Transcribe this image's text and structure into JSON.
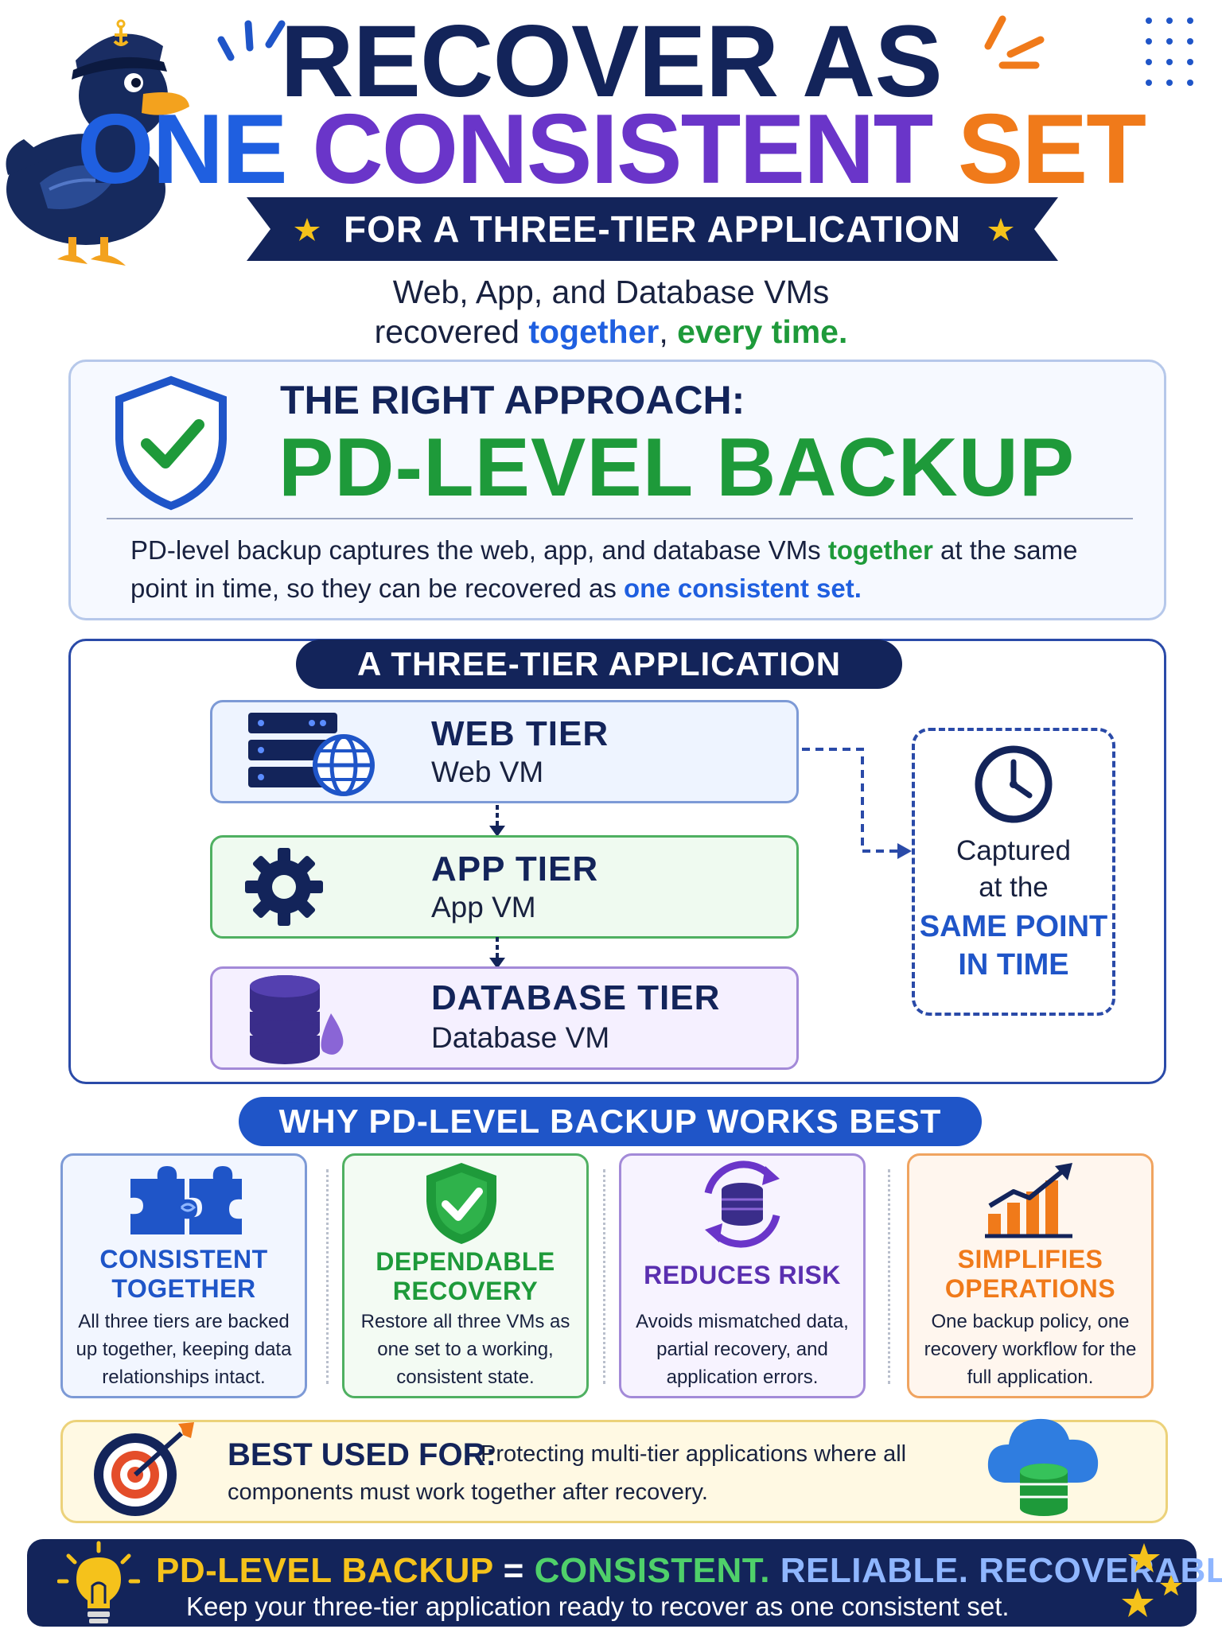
{
  "header": {
    "title_line1": "RECOVER AS",
    "title_line2_a": "ONE",
    "title_line2_b": "CONSISTENT",
    "title_line2_c": "SET",
    "ribbon": "FOR A THREE-TIER APPLICATION",
    "intro_line1": "Web, App, and Database VMs",
    "intro_line2_a": "recovered ",
    "intro_line2_b": "together",
    "intro_line2_c": ", ",
    "intro_line2_d": "every time."
  },
  "approach": {
    "label": "THE RIGHT APPROACH:",
    "title": "PD-LEVEL BACKUP",
    "body_a": "PD-level backup captures the web, app, and database VMs ",
    "body_b": "together",
    "body_c": " at the same point in time, so they can be recovered as ",
    "body_d": "one consistent set."
  },
  "tiers": {
    "heading": "A THREE-TIER APPLICATION",
    "items": [
      {
        "name": "WEB TIER",
        "vm": "Web VM",
        "icon": "server-globe-icon"
      },
      {
        "name": "APP TIER",
        "vm": "App VM",
        "icon": "gear-icon"
      },
      {
        "name": "DATABASE TIER",
        "vm": "Database VM",
        "icon": "database-icon"
      }
    ],
    "time_line1": "Captured",
    "time_line2": "at the",
    "time_line3": "SAME POINT",
    "time_line4": "IN TIME"
  },
  "why": {
    "heading": "WHY PD-LEVEL BACKUP WORKS BEST",
    "cards": [
      {
        "title1": "CONSISTENT",
        "title2": "TOGETHER",
        "desc": "All three tiers are backed up together, keeping data relationships intact.",
        "icon": "puzzle-icon"
      },
      {
        "title1": "DEPENDABLE",
        "title2": "RECOVERY",
        "desc": "Restore all three VMs as one set to a working, consistent state.",
        "icon": "shield-check-icon"
      },
      {
        "title1": "REDUCES RISK",
        "title2": "",
        "desc": "Avoids mismatched data, partial recovery, and application errors.",
        "icon": "database-sync-icon"
      },
      {
        "title1": "SIMPLIFIES",
        "title2": "OPERATIONS",
        "desc": "One backup policy, one recovery workflow for the full application.",
        "icon": "growth-chart-icon"
      }
    ]
  },
  "best": {
    "label": "BEST USED FOR:",
    "text_line1": "Protecting multi-tier applications where all",
    "text_line2": "components must work together after recovery."
  },
  "footer": {
    "part1": "PD-LEVEL BACKUP",
    "eq": " = ",
    "part2": "CONSISTENT.",
    "part3": " RELIABLE. RECOVERABLE.",
    "line2": "Keep your three-tier application ready to recover as one consistent set."
  },
  "colors": {
    "navy": "#13245a",
    "blue": "#1f5fe0",
    "green": "#1e9a3a",
    "purple": "#6a35c9",
    "orange": "#f07a1a"
  }
}
